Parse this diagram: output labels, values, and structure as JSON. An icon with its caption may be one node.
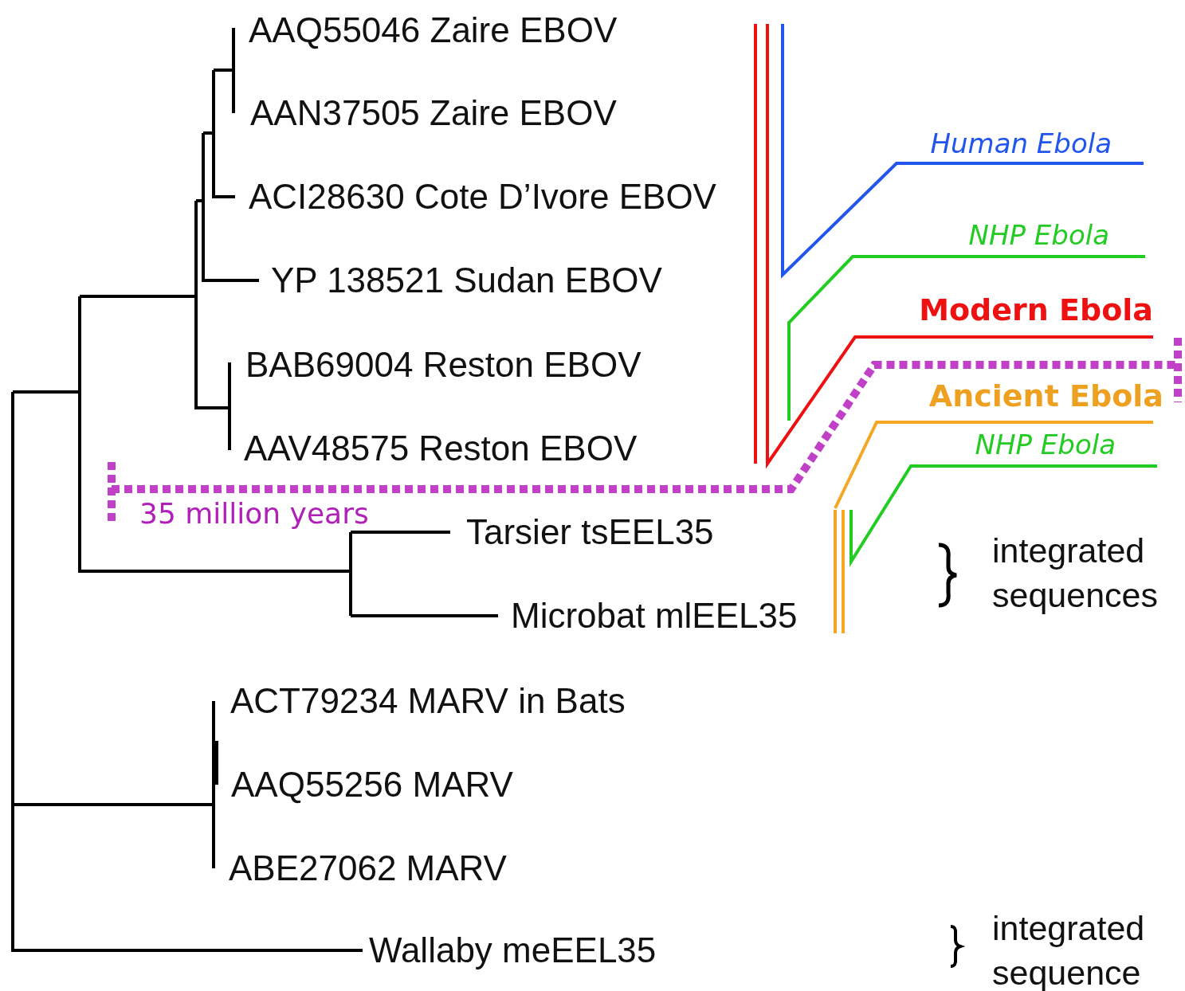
{
  "diagram": {
    "labels": [
      "AAQ55046 Zaire EBOV",
      "AAN37505 Zaire EBOV",
      "ACI28630 Cote D’Ivore EBOV",
      "YP 138521 Sudan EBOV",
      "BAB69004 Reston EBOV",
      "AAV48575 Reston EBOV",
      "Human Ebola",
      "NHP Ebola",
      "Modern Ebola",
      "Ancient Ebola",
      "NHP Ebola",
      "35 million years",
      "Tarsier tsEEL35",
      "Microbat mlEEL35",
      "integrated sequences",
      "ACT79234 MARV in Bats",
      "AAQ55256 MARV",
      "ABE27062 MARV",
      "Wallaby meEEL35",
      "integrated sequence"
    ]
  }
}
